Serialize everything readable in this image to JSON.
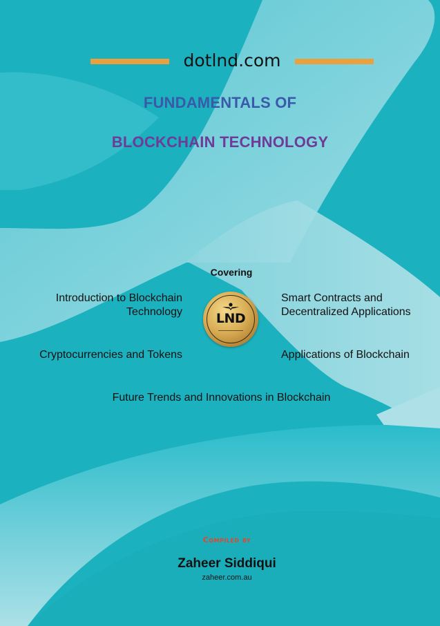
{
  "brand": {
    "site": "dotlnd.com",
    "accent_bar_color": "#e9a13f"
  },
  "title": {
    "line1": "FUNDAMENTALS OF",
    "line2": "BLOCKCHAIN TECHNOLOGY",
    "line1_color": "#3a5aa9",
    "line2_color": "#6e3c98"
  },
  "covering": {
    "heading": "Covering",
    "topics": [
      "Introduction to Blockchain Technology",
      "Smart Contracts and Decentralized Applications",
      "Cryptocurrencies and Tokens",
      "Applications of Blockchain",
      "Future Trends and Innovations in Blockchain"
    ]
  },
  "logo": {
    "text": "LND",
    "icon": "winged-emblem-icon"
  },
  "credits": {
    "compiled_label": "Compiled by",
    "author": "Zaheer Siddiqui",
    "website": "zaheer.com.au",
    "label_color": "#e8452a"
  },
  "background": {
    "base_color": "#1cb1bf",
    "light_color": "#aee0e7"
  }
}
